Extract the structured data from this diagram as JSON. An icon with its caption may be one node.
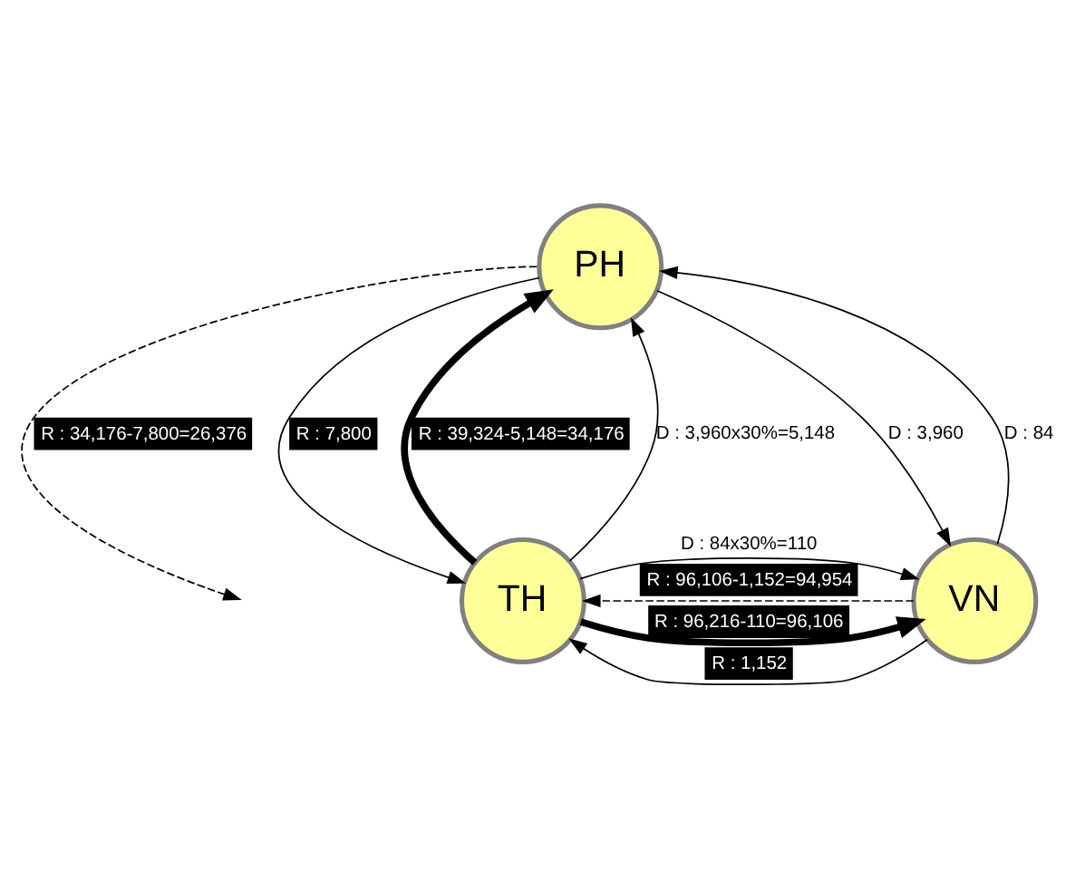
{
  "diagram": {
    "nodes": [
      {
        "text": [
          "PH"
        ]
      },
      {
        "text": [
          "TH"
        ]
      },
      {
        "text": [
          "VN"
        ]
      }
    ],
    "edges": [
      {
        "from": 0,
        "to": null,
        "arrow": "to",
        "label": "R : 34,176-7,800=26,376",
        "style": "dashed"
      },
      {
        "from": 1,
        "to": 0,
        "arrow": "to",
        "label": "R : 39,324-5,148=34,176",
        "style": "thick"
      },
      {
        "from": 1,
        "to": 0,
        "arrow": "to",
        "label": "D : 3,960x30%=5,148"
      },
      {
        "from": 0,
        "to": 1,
        "arrow": "to",
        "label": "R : 7,800"
      },
      {
        "from": 0,
        "to": 2,
        "arrow": "to",
        "label": "D : 3,960"
      },
      {
        "from": 2,
        "to": 0,
        "arrow": "to",
        "label": "D : 84"
      },
      {
        "from": 1,
        "to": 2,
        "arrow": "to",
        "label": "D : 84x30%=110"
      },
      {
        "from": 2,
        "to": 1,
        "arrow": "to",
        "label": "R : 1,152"
      },
      {
        "from": 1,
        "to": 2,
        "arrow": "to",
        "label": "R : 96,216-110=96,106",
        "style": "thick"
      },
      {
        "from": 2,
        "to": 1,
        "arrow": "to",
        "label": "R : 96,106-1,152=94,954",
        "style": "dashed"
      }
    ]
  }
}
